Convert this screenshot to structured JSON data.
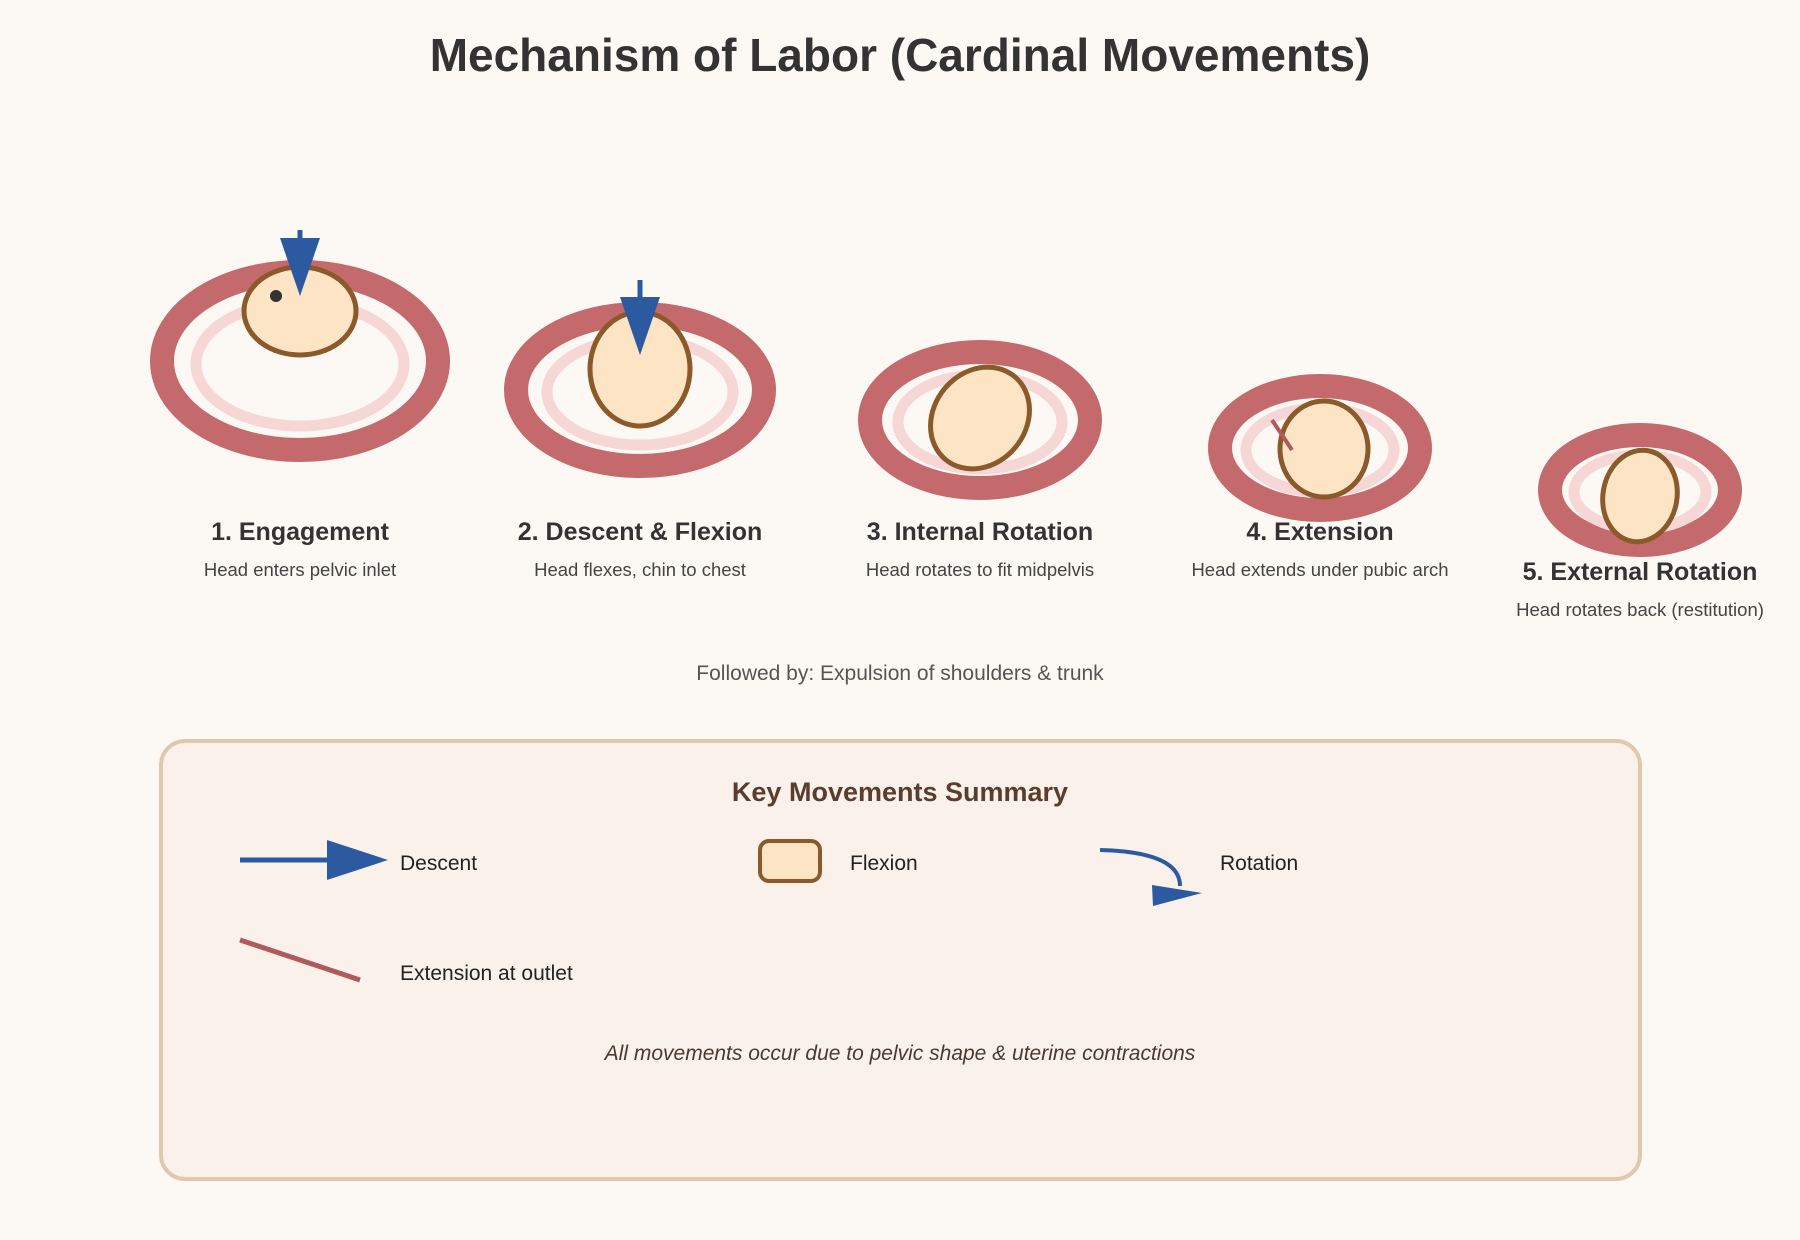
{
  "title": "Mechanism of Labor (Cardinal Movements)",
  "colors": {
    "background": "#fcf9f4",
    "pelvis_outer": "#c46a6c",
    "pelvis_inner": "#f7d6d6",
    "head_fill": "#fde4c4",
    "head_stroke": "#8a5a2b",
    "arrow_blue": "#2c5aa0",
    "extension_line": "#b05a5e",
    "summary_bg": "#f9f1ea",
    "summary_border": "#e0c8ad"
  },
  "stages": [
    {
      "label": "1. Engagement",
      "description": "Head enters pelvic inlet"
    },
    {
      "label": "2. Descent & Flexion",
      "description": "Head flexes, chin to chest"
    },
    {
      "label": "3. Internal Rotation",
      "description": "Head rotates to fit midpelvis"
    },
    {
      "label": "4. Extension",
      "description": "Head extends under pubic arch"
    },
    {
      "label": "5. External Rotation",
      "description": "Head rotates back (restitution)"
    }
  ],
  "followed_by": "Followed by: Expulsion of shoulders & trunk",
  "summary": {
    "title": "Key Movements Summary",
    "legend": [
      {
        "label": "Descent",
        "icon": "arrow-right-icon"
      },
      {
        "label": "Flexion",
        "icon": "rounded-square-icon"
      },
      {
        "label": "Rotation",
        "icon": "curved-arrow-icon"
      },
      {
        "label": "Extension at outlet",
        "icon": "diagonal-line-icon"
      }
    ],
    "footnote": "All movements occur due to pelvic shape & uterine contractions"
  }
}
